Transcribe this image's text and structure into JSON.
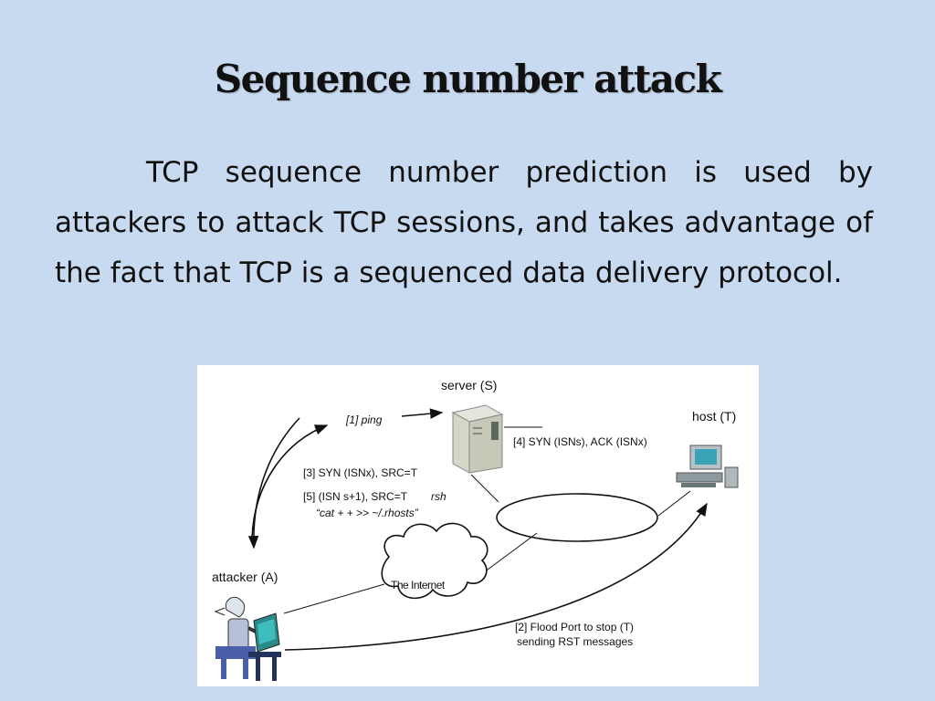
{
  "slide": {
    "title": "Sequence number attack",
    "body": "TCP sequence number prediction is used by attackers to attack TCP sessions, and takes advantage of the fact that TCP is a sequenced data delivery protocol."
  },
  "diagram": {
    "server_label": "server (S)",
    "host_label": "host (T)",
    "attacker_label": "attacker (A)",
    "cloud_label": "The Internet",
    "step1": "[1] ping",
    "step4": "[4] SYN (ISNs), ACK (ISNx)",
    "step3": "[3] SYN (ISNx), SRC=T",
    "step5_line1": "[5] (ISN s+1), SRC=T",
    "step5_rsh": "rsh",
    "step5_line2": "“cat + + >> ~/.rhosts”",
    "step2_line1": "[2] Flood Port to stop (T)",
    "step2_line2": "sending RST messages"
  }
}
